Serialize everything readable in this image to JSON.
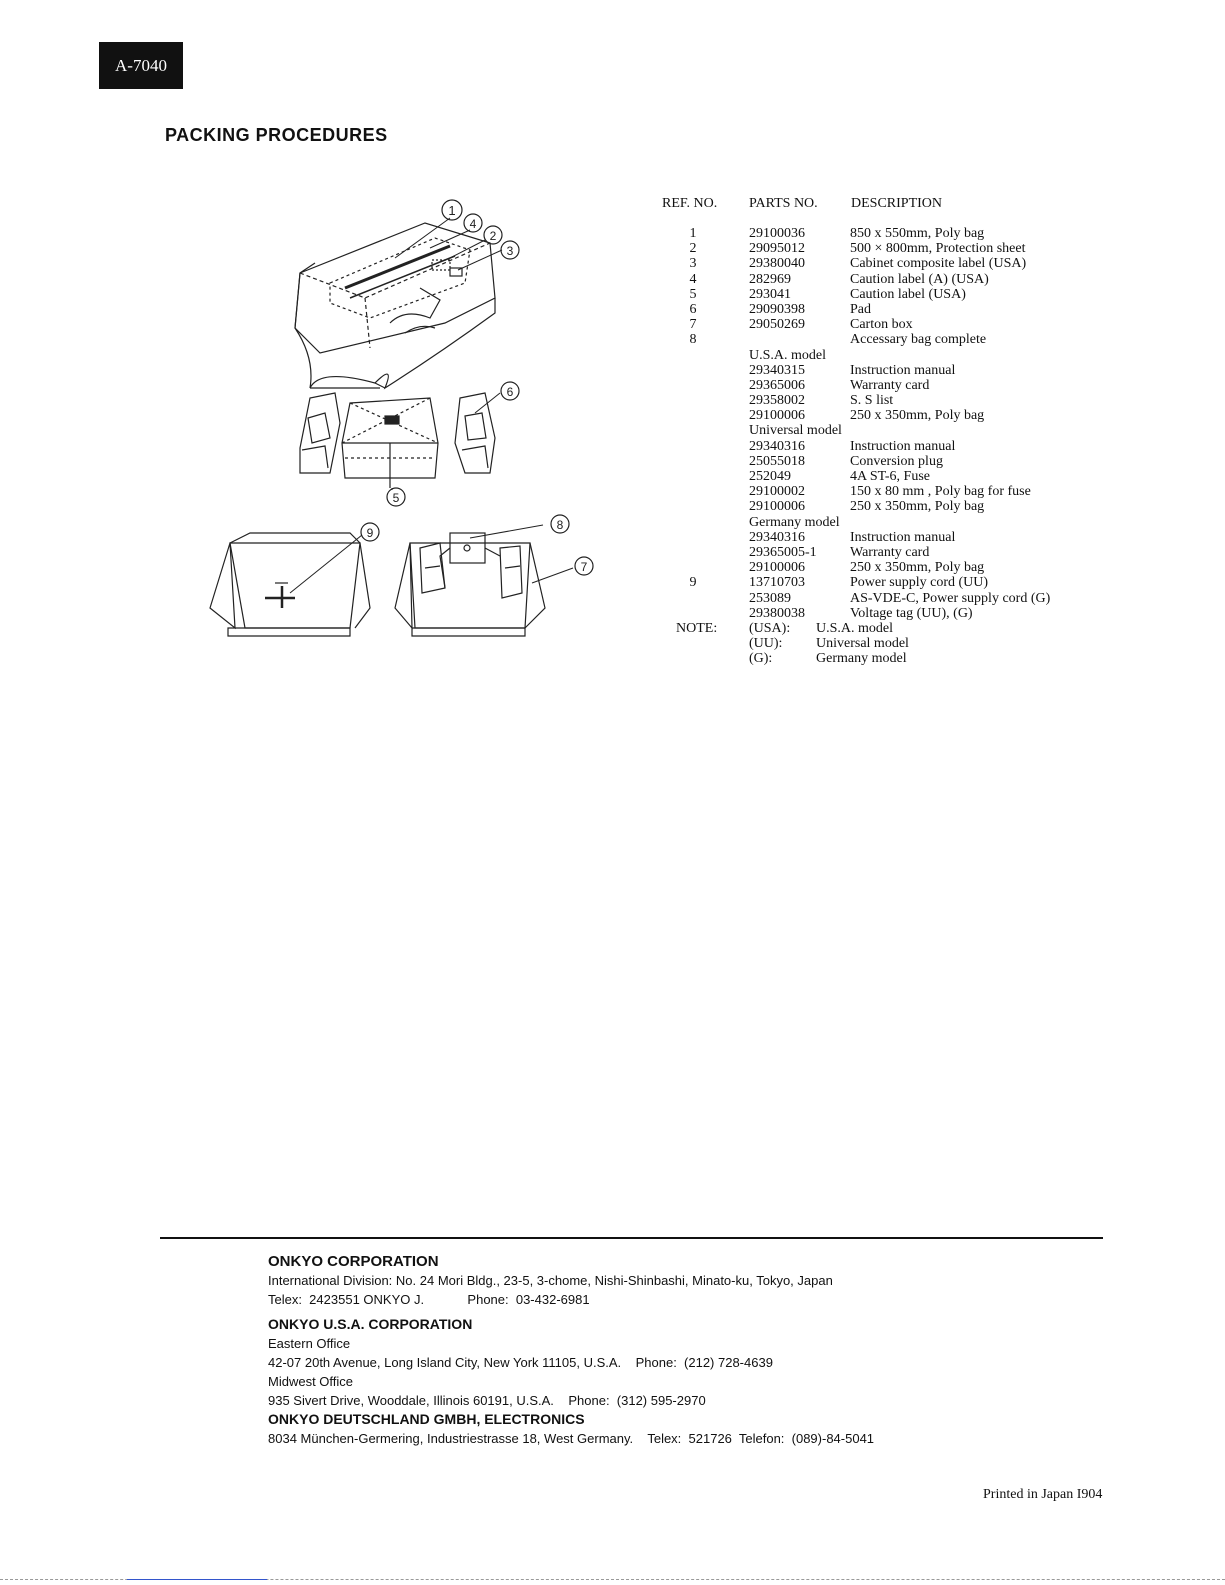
{
  "badge": "A-7040",
  "title": "PACKING PROCEDURES",
  "callouts": [
    "1",
    "4",
    "2",
    "3",
    "6",
    "5",
    "9",
    "8",
    "7"
  ],
  "table": {
    "headers": {
      "ref": "REF. NO.",
      "parts": "PARTS NO.",
      "desc": "DESCRIPTION"
    },
    "rows": [
      {
        "ref": "1",
        "parts": "29100036",
        "desc": "850 x 550mm, Poly bag"
      },
      {
        "ref": "2",
        "parts": "29095012",
        "desc": "500 × 800mm, Protection sheet"
      },
      {
        "ref": "3",
        "parts": "29380040",
        "desc": "Cabinet composite label (USA)"
      },
      {
        "ref": "4",
        "parts": "282969",
        "desc": "Caution label (A) (USA)"
      },
      {
        "ref": "5",
        "parts": "293041",
        "desc": "Caution label (USA)"
      },
      {
        "ref": "6",
        "parts": "29090398",
        "desc": "Pad"
      },
      {
        "ref": "7",
        "parts": "29050269",
        "desc": "Carton box"
      },
      {
        "ref": "8",
        "parts": "",
        "desc": "Accessary bag complete"
      }
    ],
    "groups": [
      {
        "name": "U.S.A. model",
        "items": [
          {
            "parts": "29340315",
            "desc": "Instruction manual"
          },
          {
            "parts": "29365006",
            "desc": "Warranty card"
          },
          {
            "parts": "29358002",
            "desc": "S. S list"
          },
          {
            "parts": "29100006",
            "desc": "250 x 350mm, Poly bag"
          }
        ]
      },
      {
        "name": "Universal model",
        "items": [
          {
            "parts": "29340316",
            "desc": "Instruction manual"
          },
          {
            "parts": "25055018",
            "desc": "Conversion plug"
          },
          {
            "parts": "252049",
            "desc": "4A ST-6, Fuse"
          },
          {
            "parts": "29100002",
            "desc": "150 x 80 mm , Poly bag for fuse"
          },
          {
            "parts": "29100006",
            "desc": "250 x 350mm, Poly bag"
          }
        ]
      },
      {
        "name": "Germany model",
        "items": [
          {
            "parts": "29340316",
            "desc": "Instruction manual"
          },
          {
            "parts": "29365005-1",
            "desc": "Warranty card"
          },
          {
            "parts": "29100006",
            "desc": "250 x 350mm, Poly bag"
          }
        ]
      }
    ],
    "row9": [
      {
        "ref": "9",
        "parts": "13710703",
        "desc": "Power supply cord (UU)"
      },
      {
        "ref": "",
        "parts": "253089",
        "desc": "AS-VDE-C, Power supply cord (G)"
      },
      {
        "ref": "",
        "parts": "29380038",
        "desc": "Voltage tag (UU), (G)"
      }
    ],
    "note": {
      "label": "NOTE:",
      "items": [
        {
          "code": "(USA):",
          "text": "U.S.A. model"
        },
        {
          "code": "(UU):",
          "text": "Universal model"
        },
        {
          "code": "(G):",
          "text": "Germany model"
        }
      ]
    }
  },
  "footer": {
    "corp1": "ONKYO CORPORATION",
    "line1": "International Division:  No. 24 Mori Bldg., 23-5, 3-chome, Nishi-Shinbashi, Minato-ku, Tokyo, Japan",
    "line2": "Telex:  2423551 ONKYO J.            Phone:  03-432-6981",
    "corp2": "ONKYO U.S.A. CORPORATION",
    "line3": "Eastern Office",
    "line4": "42-07 20th Avenue, Long Island City, New York 11105, U.S.A.    Phone:  (212) 728-4639",
    "line5": "Midwest Office",
    "line6": "935 Sivert Drive, Wooddale, Illinois 60191, U.S.A.    Phone:  (312) 595-2970",
    "corp3": "ONKYO DEUTSCHLAND GMBH, ELECTRONICS",
    "line7": "8034 München-Germering, Industriestrasse 18, West Germany.    Telex:  521726  Telefon:  (089)-84-5041"
  },
  "printed": "Printed in Japan I904"
}
